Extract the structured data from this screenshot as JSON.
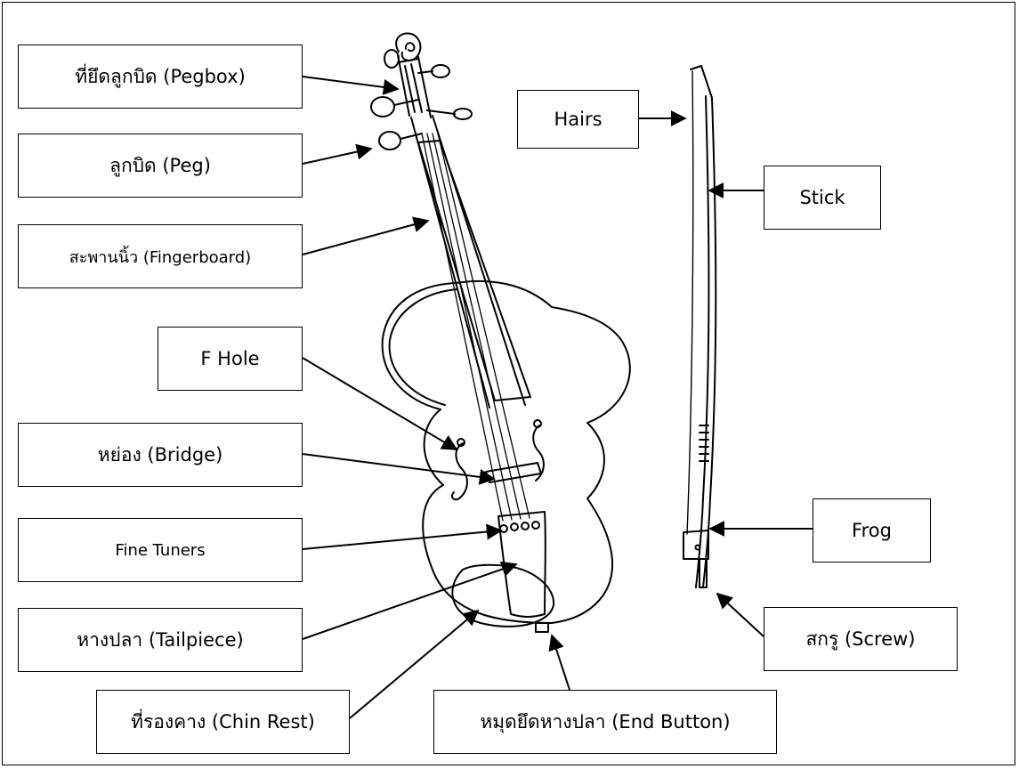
{
  "labels": {
    "pegbox": "ที่ยึดลูกบิด (Pegbox)",
    "peg": "ลูกบิด (Peg)",
    "fingerboard": "สะพานนิ้ว (Fingerboard)",
    "f_hole": "F Hole",
    "bridge": "หย่อง (Bridge)",
    "fine_tuners": "Fine Tuners",
    "tailpiece": "หางปลา (Tailpiece)",
    "chin_rest": "ที่รองคาง (Chin Rest)",
    "end_button": "หมุดยึดหางปลา (End Button)",
    "hairs": "Hairs",
    "stick": "Stick",
    "frog": "Frog",
    "screw": "สกรู (Screw)"
  },
  "colors": {
    "ink": "#000000",
    "paper": "#ffffff"
  },
  "icons": {
    "violin": "violin-drawing",
    "bow": "bow-drawing"
  }
}
